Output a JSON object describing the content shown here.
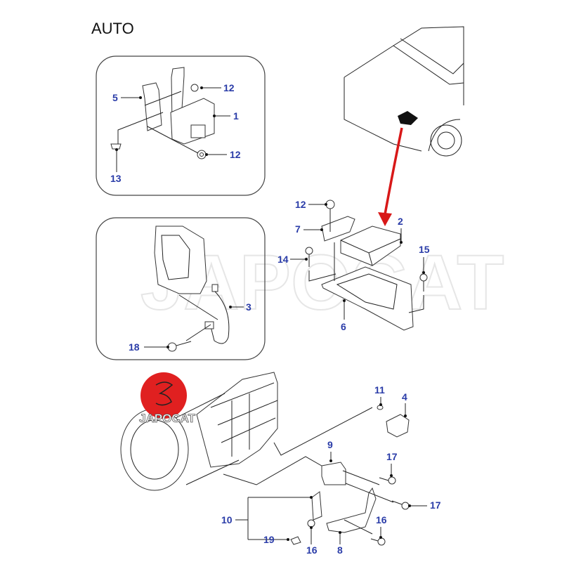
{
  "title": "AUTO",
  "watermark": "JAPOCAT",
  "logo": {
    "text": "JAPOCAT",
    "color": "#e02020"
  },
  "colors": {
    "callout": "#2a3ca8",
    "arrow": "#d81818",
    "line": "#222222"
  },
  "panels": {
    "top_left": {
      "callouts": [
        {
          "id": "c5a",
          "label": "5"
        },
        {
          "id": "c12a",
          "label": "12"
        },
        {
          "id": "c1",
          "label": "1"
        },
        {
          "id": "c12b",
          "label": "12"
        },
        {
          "id": "c13",
          "label": "13"
        }
      ]
    },
    "mid_left": {
      "callouts": [
        {
          "id": "c3",
          "label": "3"
        },
        {
          "id": "c18",
          "label": "18"
        }
      ]
    }
  },
  "module_group": {
    "callouts": [
      {
        "id": "c12c",
        "label": "12"
      },
      {
        "id": "c7",
        "label": "7"
      },
      {
        "id": "c2",
        "label": "2"
      },
      {
        "id": "c14",
        "label": "14"
      },
      {
        "id": "c15",
        "label": "15"
      },
      {
        "id": "c6",
        "label": "6"
      }
    ]
  },
  "transmission_group": {
    "callouts": [
      {
        "id": "c11",
        "label": "11"
      },
      {
        "id": "c4",
        "label": "4"
      },
      {
        "id": "c9",
        "label": "9"
      },
      {
        "id": "c17a",
        "label": "17"
      },
      {
        "id": "c17b",
        "label": "17"
      },
      {
        "id": "c10",
        "label": "10"
      },
      {
        "id": "c16a",
        "label": "16"
      },
      {
        "id": "c19",
        "label": "19"
      },
      {
        "id": "c16b",
        "label": "16"
      },
      {
        "id": "c8",
        "label": "8"
      }
    ]
  }
}
